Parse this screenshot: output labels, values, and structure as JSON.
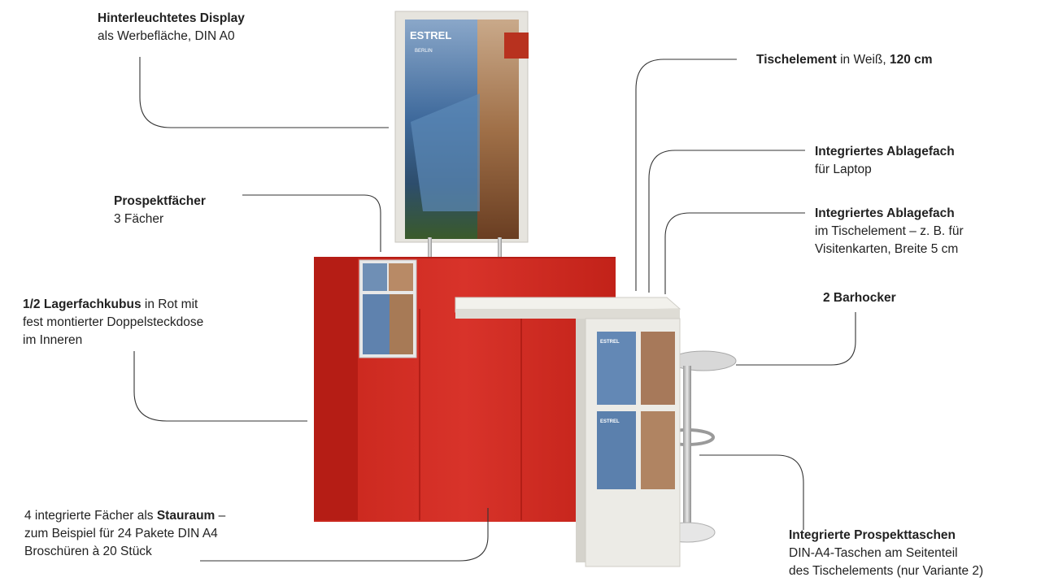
{
  "callouts": {
    "display": {
      "title": "Hinterleuchtetes Display",
      "desc": "als Werbefläche, DIN A0"
    },
    "table_element": {
      "title": "Tischelement",
      "mid": " in Weiß, ",
      "size": "120 cm"
    },
    "laptop_shelf": {
      "title": "Integriertes Ablagefach",
      "desc": "für Laptop"
    },
    "card_shelf": {
      "title": "Integriertes Ablagefach",
      "desc1": "im Tischelement – z. B. für",
      "desc2": "Visitenkarten, Breite 5 cm"
    },
    "brochure_slots": {
      "title": "Prospektfächer",
      "desc": "3 Fächer"
    },
    "storage_cube": {
      "title": "1/2 Lagerfachkubus",
      "desc1": " in Rot mit",
      "desc2": "fest montierter Doppelsteckdose",
      "desc3": "im Inneren"
    },
    "bar_stools": {
      "title": "2 Barhocker"
    },
    "storage_space": {
      "pre": "4 integrierte Fächer als ",
      "title": "Stauraum",
      "post": " –",
      "desc2": "zum Beispiel für 24 Pakete DIN A4",
      "desc3": "Broschüren à 20 Stück"
    },
    "brochure_pockets": {
      "title": "Integrierte Prospekttaschen",
      "desc1": "DIN-A4-Taschen am Seitenteil",
      "desc2": "des Tischelements (nur Variante 2)"
    }
  },
  "poster": {
    "brand": "ESTREL",
    "city": "BERLIN"
  },
  "colors": {
    "cube_red": "#d42a20",
    "cube_dark": "#b01c14",
    "panel": "#ecebe6",
    "line": "#333333"
  }
}
